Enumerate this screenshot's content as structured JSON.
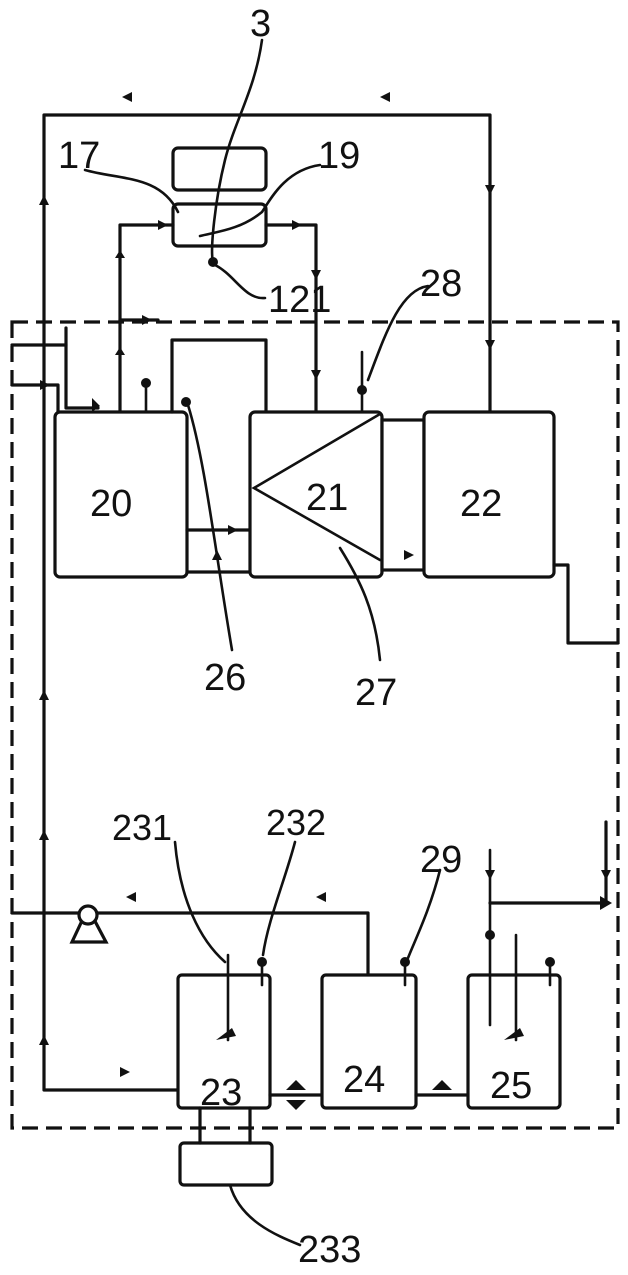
{
  "labels": {
    "l3": "3",
    "l17": "17",
    "l19": "19",
    "l121": "121",
    "l28": "28",
    "l20": "20",
    "l21": "21",
    "l22": "22",
    "l26": "26",
    "l27": "27",
    "l231": "231",
    "l232": "232",
    "l29": "29",
    "l23": "23",
    "l24": "24",
    "l25": "25",
    "l233": "233"
  }
}
